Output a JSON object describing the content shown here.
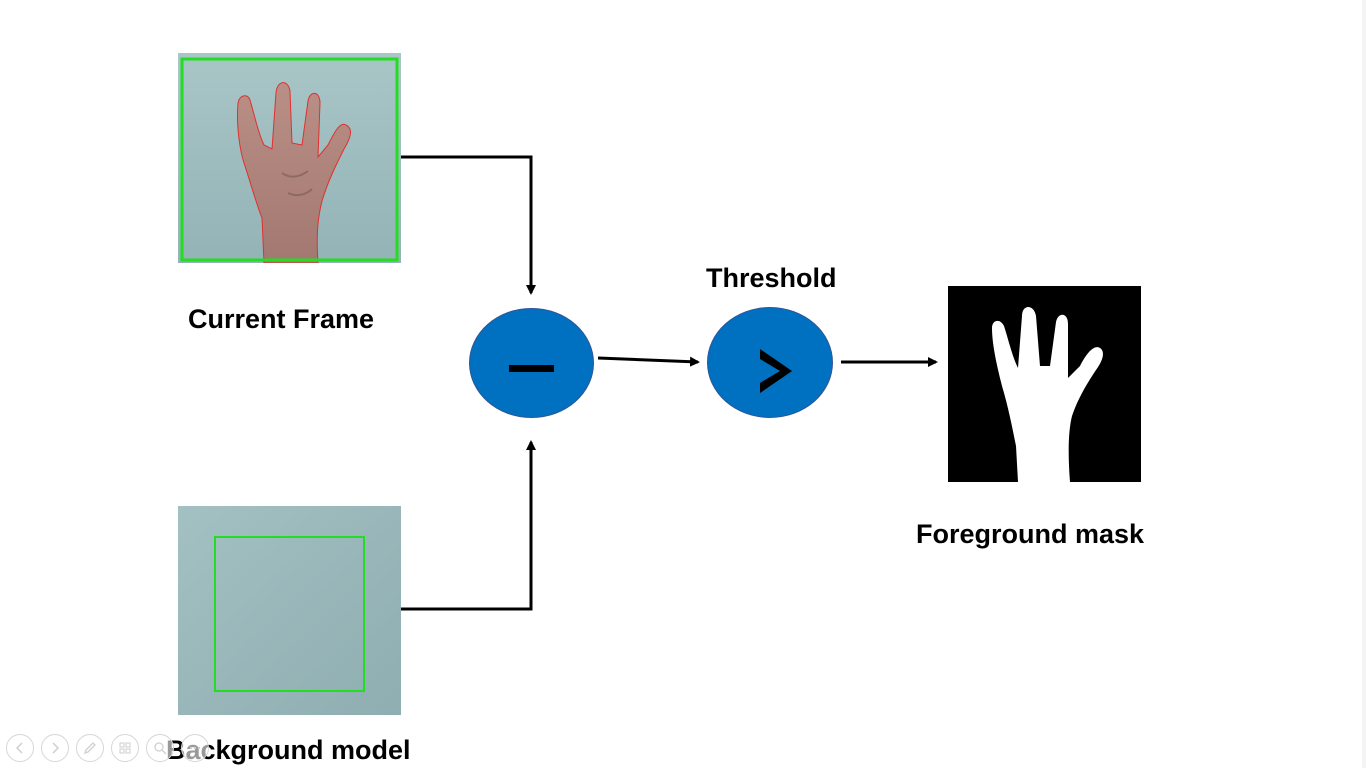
{
  "labels": {
    "current_frame": "Current Frame",
    "background_model": "Background model",
    "threshold": "Threshold",
    "foreground_mask": "Foreground mask"
  },
  "nodes": {
    "subtract": {
      "symbol": "subtract-symbol"
    },
    "compare": {
      "symbol": "greater-than-symbol"
    }
  },
  "images": {
    "current_frame": "hand-photo-with-green-box",
    "background_model": "empty-background-photo-with-green-box",
    "foreground_mask": "binary-hand-silhouette"
  },
  "colors": {
    "node_fill": "#0070c0",
    "bounding_box": "#22dd22",
    "photo_background": "#9fbcbf",
    "mask_background": "#000000",
    "mask_foreground": "#ffffff",
    "arrows": "#000000"
  },
  "toolbar": {
    "icons": [
      "previous-icon",
      "next-icon",
      "pen-icon",
      "slides-icon",
      "zoom-icon",
      "more-icon"
    ]
  }
}
